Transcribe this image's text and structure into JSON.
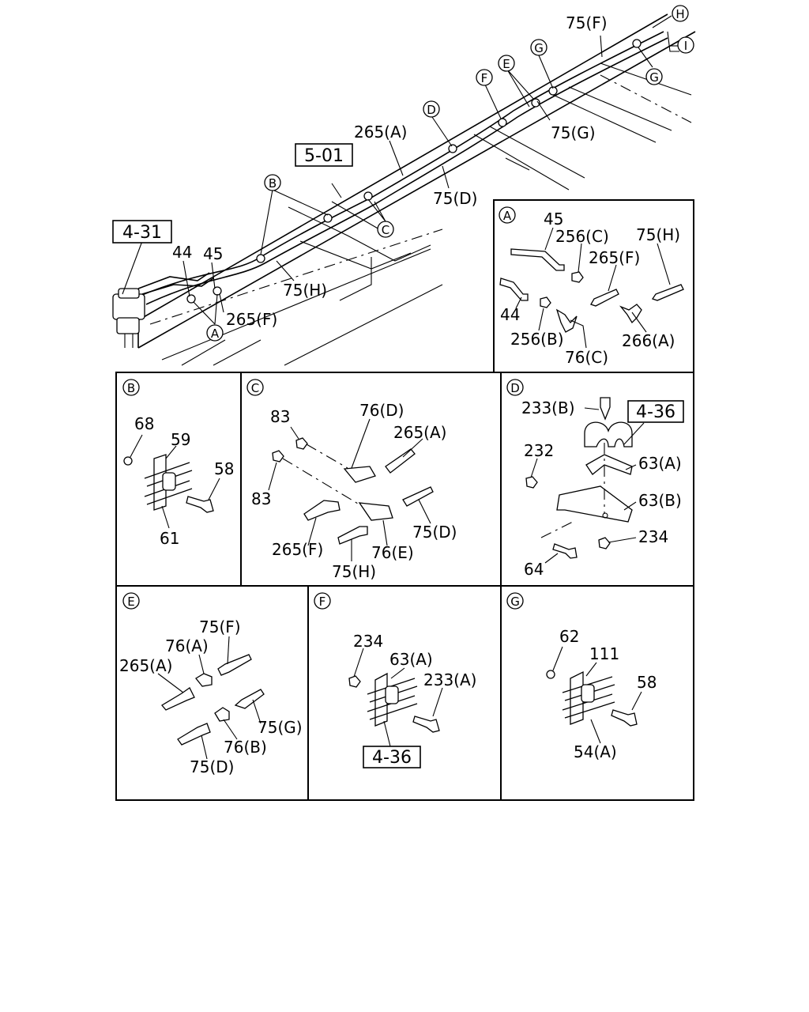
{
  "main": {
    "references": [
      "4-31",
      "5-01"
    ],
    "labels": [
      "75(F)",
      "265(A)",
      "75(D)",
      "75(G)",
      "44",
      "45",
      "75(H)",
      "265(F)"
    ],
    "callouts": [
      "H",
      "I",
      "G",
      "E",
      "F",
      "D",
      "C",
      "B",
      "A",
      "G"
    ]
  },
  "details": [
    {
      "id": "A",
      "labels": [
        "45",
        "256(C)",
        "75(H)",
        "265(F)",
        "44",
        "256(B)",
        "266(A)",
        "76(C)"
      ]
    },
    {
      "id": "B",
      "labels": [
        "68",
        "59",
        "58",
        "61"
      ]
    },
    {
      "id": "C",
      "labels": [
        "83",
        "76(D)",
        "265(A)",
        "83",
        "75(D)",
        "265(F)",
        "76(E)",
        "75(H)"
      ]
    },
    {
      "id": "D",
      "reference": "4-36",
      "labels": [
        "233(B)",
        "232",
        "63(A)",
        "63(B)",
        "234",
        "64"
      ]
    },
    {
      "id": "E",
      "labels": [
        "75(F)",
        "76(A)",
        "265(A)",
        "75(G)",
        "76(B)",
        "75(D)"
      ]
    },
    {
      "id": "F",
      "reference": "4-36",
      "labels": [
        "234",
        "63(A)",
        "233(A)"
      ]
    },
    {
      "id": "G",
      "labels": [
        "62",
        "111",
        "58",
        "54(A)"
      ]
    }
  ]
}
